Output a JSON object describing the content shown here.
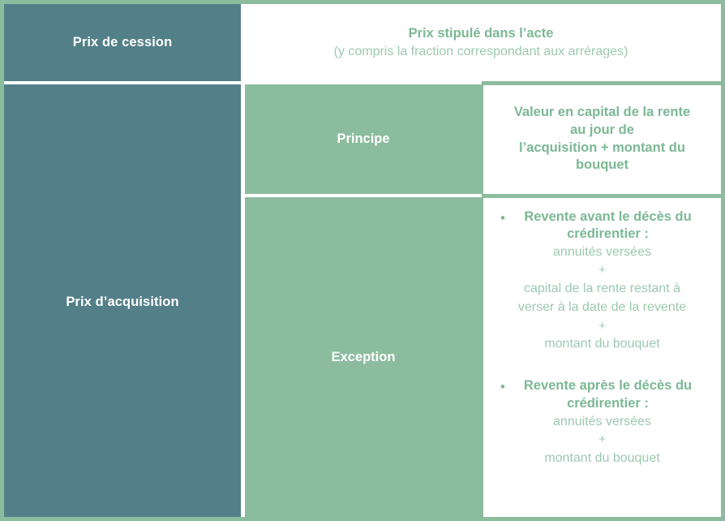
{
  "table": {
    "rows": {
      "prix_cession": {
        "label": "Prix de cession",
        "value_title": "Prix stipulé dans l’acte",
        "value_note": "(y compris la fraction correspondant aux arrérages)"
      },
      "prix_acquisition": {
        "label": "Prix d’acquisition",
        "principe": {
          "label": "Principe",
          "value_lines": [
            "Valeur en capital de la rente",
            "au jour de",
            "l’acquisition + montant du",
            "bouquet"
          ]
        },
        "exception": {
          "label": "Exception",
          "bullets": [
            {
              "bullet": "•",
              "heading_lines": [
                "Revente avant le décès du",
                "crédirentier :"
              ],
              "lines": [
                "annuités versées",
                "+",
                "capital de la rente restant à",
                "verser à la date de la revente",
                "+",
                "montant du bouquet"
              ]
            },
            {
              "bullet": "•",
              "heading_lines": [
                "Revente après le décès du",
                "crédirentier :"
              ],
              "lines": [
                "annuités versées",
                "+",
                "montant du bouquet"
              ]
            }
          ]
        }
      }
    }
  },
  "colors": {
    "teal": "#537f88",
    "green": "#8cbc9e",
    "green_text_bold": "#7cb894",
    "green_text_light": "#9dc9af",
    "white": "#ffffff"
  }
}
